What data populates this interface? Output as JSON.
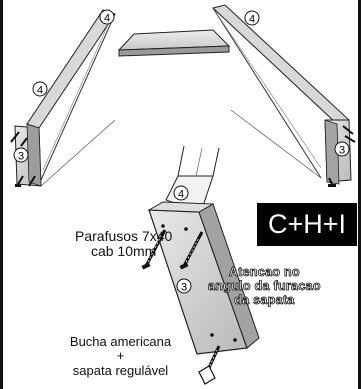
{
  "diagram": {
    "part_numbers": {
      "top_left": "4",
      "top_right": "4",
      "left_side": "4",
      "left_end": "3",
      "right_end": "3",
      "detail_top": "4",
      "detail_panel": "3"
    },
    "labels": {
      "screws_line1": "Parafusos 7x40",
      "screws_line2": "cab 10mm",
      "bushing_line1": "Bucha americana",
      "bushing_line2": "+",
      "bushing_line3": "sapata regulável",
      "note_line1": "Atencao no",
      "note_line2": "angulo da furacao",
      "note_line3": "da sapata"
    },
    "code": "C+H+I"
  }
}
